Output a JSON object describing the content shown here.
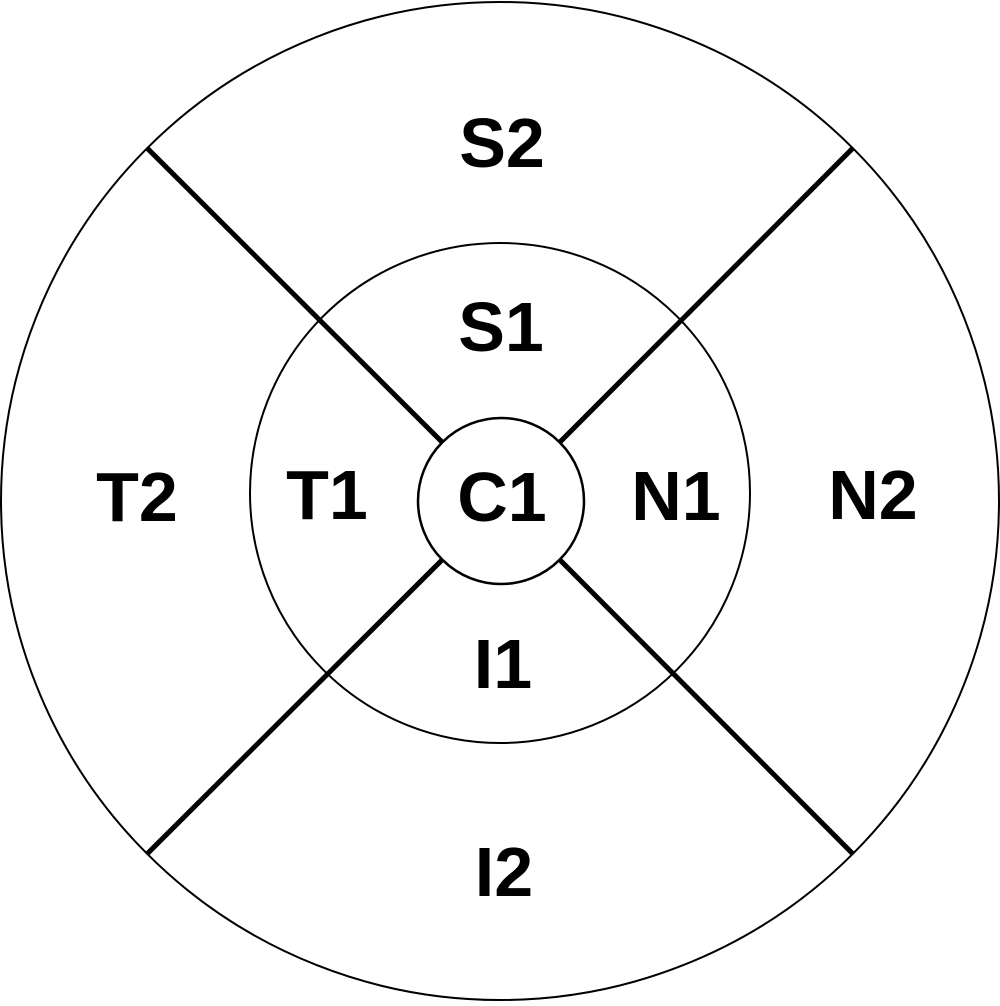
{
  "diagram": {
    "type": "concentric-ring-sector-diagram",
    "background_color": "#ffffff",
    "stroke_color": "#000000",
    "center": {
      "label": "C1"
    },
    "rings": {
      "inner": {
        "sectors": [
          {
            "label": "S1",
            "position": "top"
          },
          {
            "label": "N1",
            "position": "right"
          },
          {
            "label": "I1",
            "position": "bottom"
          },
          {
            "label": "T1",
            "position": "left"
          }
        ]
      },
      "outer": {
        "sectors": [
          {
            "label": "S2",
            "position": "top"
          },
          {
            "label": "N2",
            "position": "right"
          },
          {
            "label": "I2",
            "position": "bottom"
          },
          {
            "label": "T2",
            "position": "left"
          }
        ]
      }
    }
  }
}
